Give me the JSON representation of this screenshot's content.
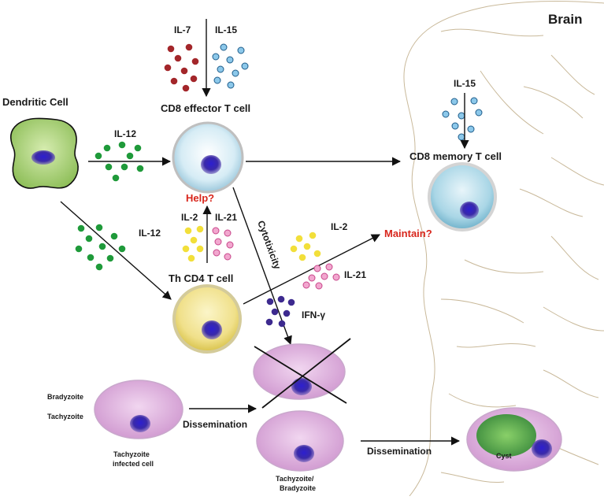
{
  "brain": {
    "label": "Brain"
  },
  "dendritic_cell": {
    "label": "Dendritic Cell"
  },
  "cytokines": {
    "il7": "IL-7",
    "il15_top": "IL-15",
    "il15_memory": "IL-15",
    "il12_top": "IL-12",
    "il12_bottom": "IL-12",
    "il2_center": "IL-2",
    "il21_center": "IL-21",
    "il2_right": "IL-2",
    "il21_right": "IL-21",
    "ifn": "IFN-γ"
  },
  "cells": {
    "cd8_effector": "CD8 effector T cell",
    "cd8_memory": "CD8 memory T cell",
    "th_cd4": "Th CD4 T cell",
    "tachyzoite_infected": [
      "Tachyzoite",
      "infected cell"
    ],
    "tachy_brady": [
      "Tachyzoite/",
      "Bradyzoite"
    ],
    "cyst": "Cyst"
  },
  "annotations": {
    "help": "Help?",
    "maintain": "Maintain?",
    "cytotoxicity": "Cytotixicity",
    "dissemination_left": "Dissemination",
    "dissemination_right": "Dissemination"
  },
  "legend": {
    "bradyzoite": "Bradyzoite",
    "tachyzoite": "Tachyzoite"
  },
  "colors": {
    "il7_dots": "#a3262a",
    "il15_dots": "#8cc8ea",
    "il12_dots": "#1f9a3a",
    "il2_dots": "#f2df3a",
    "il21_dots": "#f2a7cf",
    "ifn_dots": "#3d2a8f",
    "annotation_red": "#d8261c",
    "tachyzoite": "#c83aa8",
    "bradyzoite": "#4d7a62",
    "infected_cell": "#dba9dc",
    "nucleus": "#3a2aa8"
  }
}
